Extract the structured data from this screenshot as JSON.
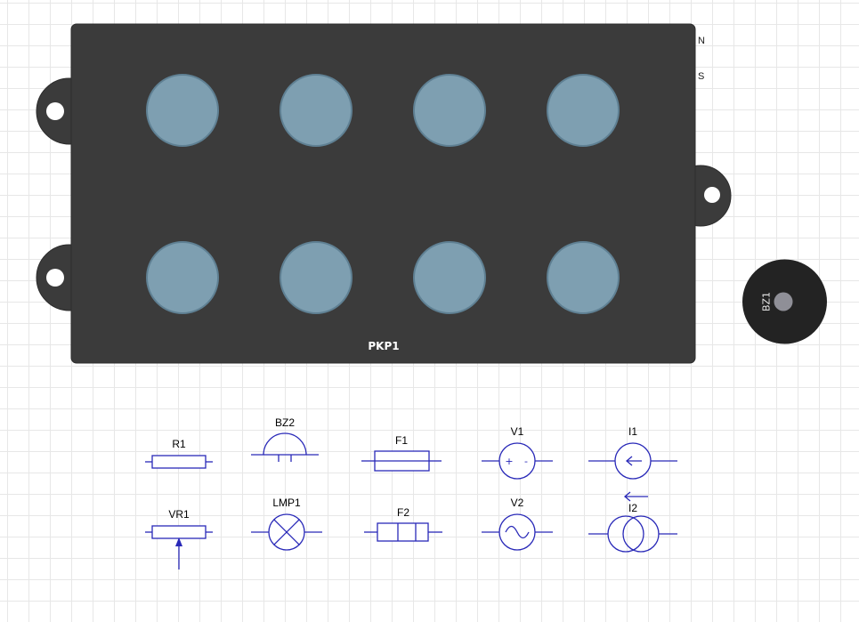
{
  "canvas": {
    "background_color": "#ffffff",
    "grid_color": "#e7e7e7"
  },
  "parts": {
    "pkp1": {
      "label": "PKP1",
      "body_color": "#3b3b3b",
      "button_color": "#7e9fb1",
      "button_count": 8
    },
    "bz1": {
      "label": "BZ1",
      "body_color": "#232323",
      "dot_color": "#8f8f97"
    },
    "pin_labels": {
      "n": "N",
      "s": "S"
    }
  },
  "schematic": {
    "stroke_color": "#2929b8",
    "label_color": "#000000",
    "components": [
      {
        "id": "R1",
        "label": "R1",
        "type": "resistor"
      },
      {
        "id": "BZ2",
        "label": "BZ2",
        "type": "piezo-buzzer"
      },
      {
        "id": "F1",
        "label": "F1",
        "type": "fuse"
      },
      {
        "id": "V1",
        "label": "V1",
        "type": "dc-voltage-source",
        "plus_sign": "+",
        "minus_sign": "-"
      },
      {
        "id": "I1",
        "label": "I1",
        "type": "current-source"
      },
      {
        "id": "VR1",
        "label": "VR1",
        "type": "variable-resistor"
      },
      {
        "id": "LMP1",
        "label": "LMP1",
        "type": "lamp"
      },
      {
        "id": "F2",
        "label": "F2",
        "type": "fuse-cartridge"
      },
      {
        "id": "V2",
        "label": "V2",
        "type": "ac-voltage-source"
      },
      {
        "id": "I2",
        "label": "I2",
        "type": "current-source-alt"
      }
    ]
  }
}
